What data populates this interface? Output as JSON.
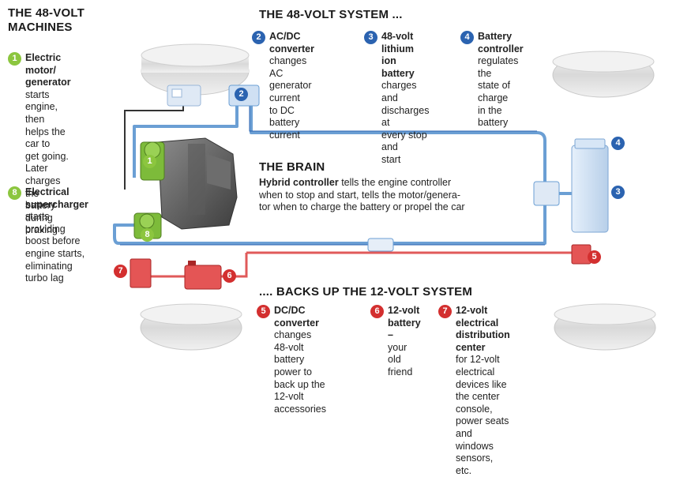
{
  "headers": {
    "machines": "THE 48-VOLT\nMACHINES",
    "system": "THE 48-VOLT SYSTEM ...",
    "brain": "THE BRAIN",
    "backs_up": ".... BACKS UP THE 12-VOLT SYSTEM"
  },
  "brain": {
    "lead": "Hybrid controller",
    "rest": " tells the engine controller when to stop and start, tells the motor/genera-tor when to charge the battery or propel the car",
    "line1_lead": "Hybrid controller",
    "line1_rest": " tells the engine controller",
    "line2": "when to stop and start, tells the motor/genera-",
    "line3": "tor when to charge the battery or propel the car"
  },
  "items": [
    {
      "num": "1",
      "lines": [
        "Electric motor/",
        "generator starts",
        "engine, then",
        "helps the car to",
        "get going. Later",
        "charges the",
        "battery during",
        "braking"
      ],
      "bold_lines": 2,
      "bold_prefix_last": "generator"
    },
    {
      "num": "8",
      "lines": [
        "Electrical",
        "supercharger",
        "starts providing",
        "boost before",
        "engine starts,",
        "eliminating",
        "turbo lag"
      ],
      "bold_lines": 2
    },
    {
      "num": "2",
      "lines": [
        "AC/DC converter",
        "changes AC",
        "generator current",
        "to DC battery",
        "current"
      ],
      "bold_lines": 1
    },
    {
      "num": "3",
      "lines": [
        "48-volt lithium",
        "ion battery",
        "charges and",
        "discharges at",
        "every stop and",
        "start"
      ],
      "bold_lines": 2
    },
    {
      "num": "4",
      "lines": [
        "Battery",
        "controller",
        "regulates the",
        "state of charge",
        "in the battery"
      ],
      "bold_lines": 2
    },
    {
      "num": "5",
      "lines": [
        "DC/DC converter",
        "changes 48-volt",
        "battery power to",
        "back up the 12-volt",
        "accessories"
      ],
      "bold_lines": 1
    },
    {
      "num": "6",
      "lines": [
        "12-volt",
        "battery –",
        "your old",
        "friend"
      ],
      "bold_lines": 2
    },
    {
      "num": "7",
      "lines": [
        "12-volt electrical",
        "distribution center",
        "for 12-volt electrical",
        "devices like the center",
        "console, power seats and",
        "windows sensors, etc."
      ],
      "bold_lines": 2
    }
  ],
  "callouts": [
    "1",
    "8",
    "2",
    "4",
    "3",
    "5",
    "6",
    "7"
  ],
  "colors": {
    "green": "#8cc63f",
    "blue": "#2b63b0",
    "red": "#d32f2f",
    "cable_blue": "#6b9fd4",
    "cable_red": "#e05a5a"
  }
}
